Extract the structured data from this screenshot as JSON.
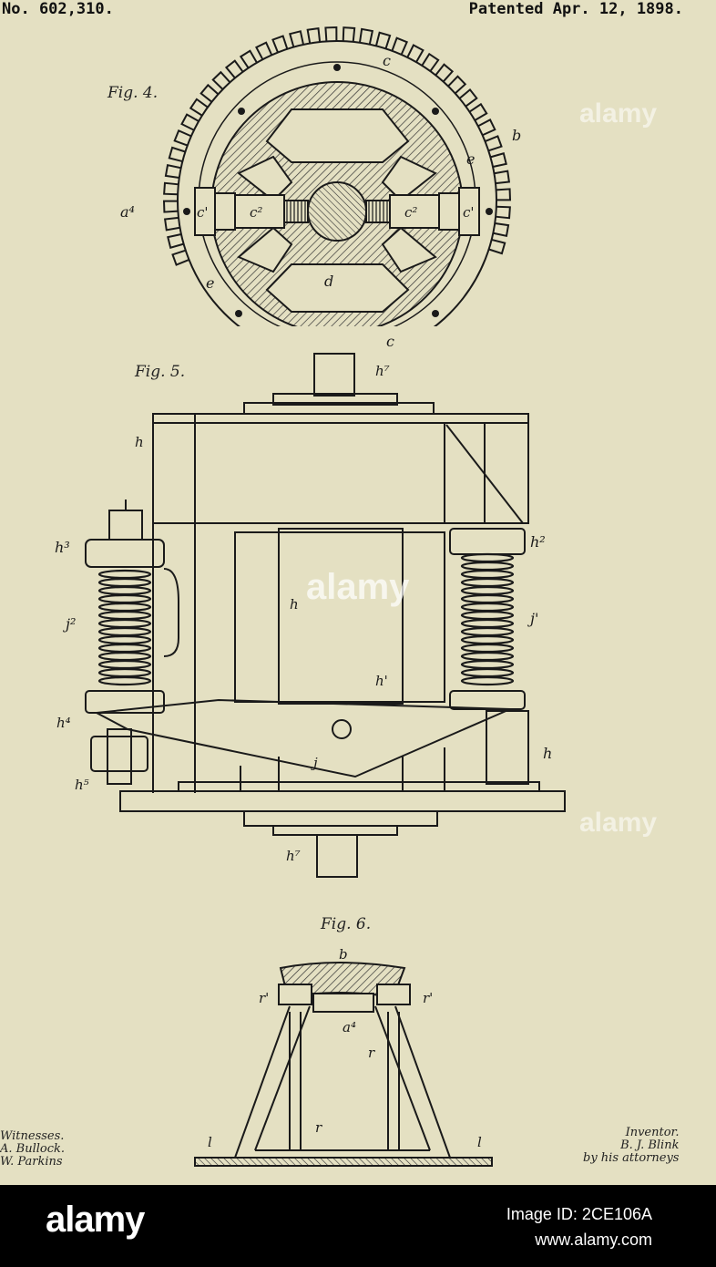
{
  "header": {
    "patent_number": "No. 602,310.",
    "patent_date": "Patented Apr. 12, 1898."
  },
  "figures": {
    "fig4_title": "Fig. 4.",
    "fig5_title": "Fig. 5.",
    "fig6_title": "Fig. 6."
  },
  "fig4_labels": {
    "c_top": "c",
    "b": "b",
    "e_right": "e",
    "a4": "a⁴",
    "c1_left": "c'",
    "c2_left": "c²",
    "c2_right": "c²",
    "c1_right": "c'",
    "e_left": "e",
    "d": "d",
    "c_bottom": "c"
  },
  "fig5_labels": {
    "h7_top": "h⁷",
    "h_left": "h",
    "h3": "h³",
    "h2": "h²",
    "j2": "j²",
    "h_mid": "h",
    "j1": "j'",
    "h1": "h'",
    "h4": "h⁴",
    "h_right": "h",
    "j": "j",
    "h5": "h⁵",
    "h7_bottom": "h⁷"
  },
  "fig6_labels": {
    "b": "b",
    "r1_left": "r'",
    "r1_right": "r'",
    "a4": "a⁴",
    "r_right": "r",
    "r_mid": "r",
    "l_left": "l",
    "l_right": "l"
  },
  "signatures": {
    "witnesses_title": "Witnesses.",
    "witness_1": "A. Bullock.",
    "witness_2": "W. Parkins",
    "inventor_title": "Inventor.",
    "inventor_name": "B. J. Blink",
    "attorneys": "by his attorneys"
  },
  "watermarks": {
    "text": "alamy"
  },
  "footer": {
    "brand": "alamy",
    "image_id": "Image ID: 2CE106A",
    "url": "www.alamy.com"
  }
}
